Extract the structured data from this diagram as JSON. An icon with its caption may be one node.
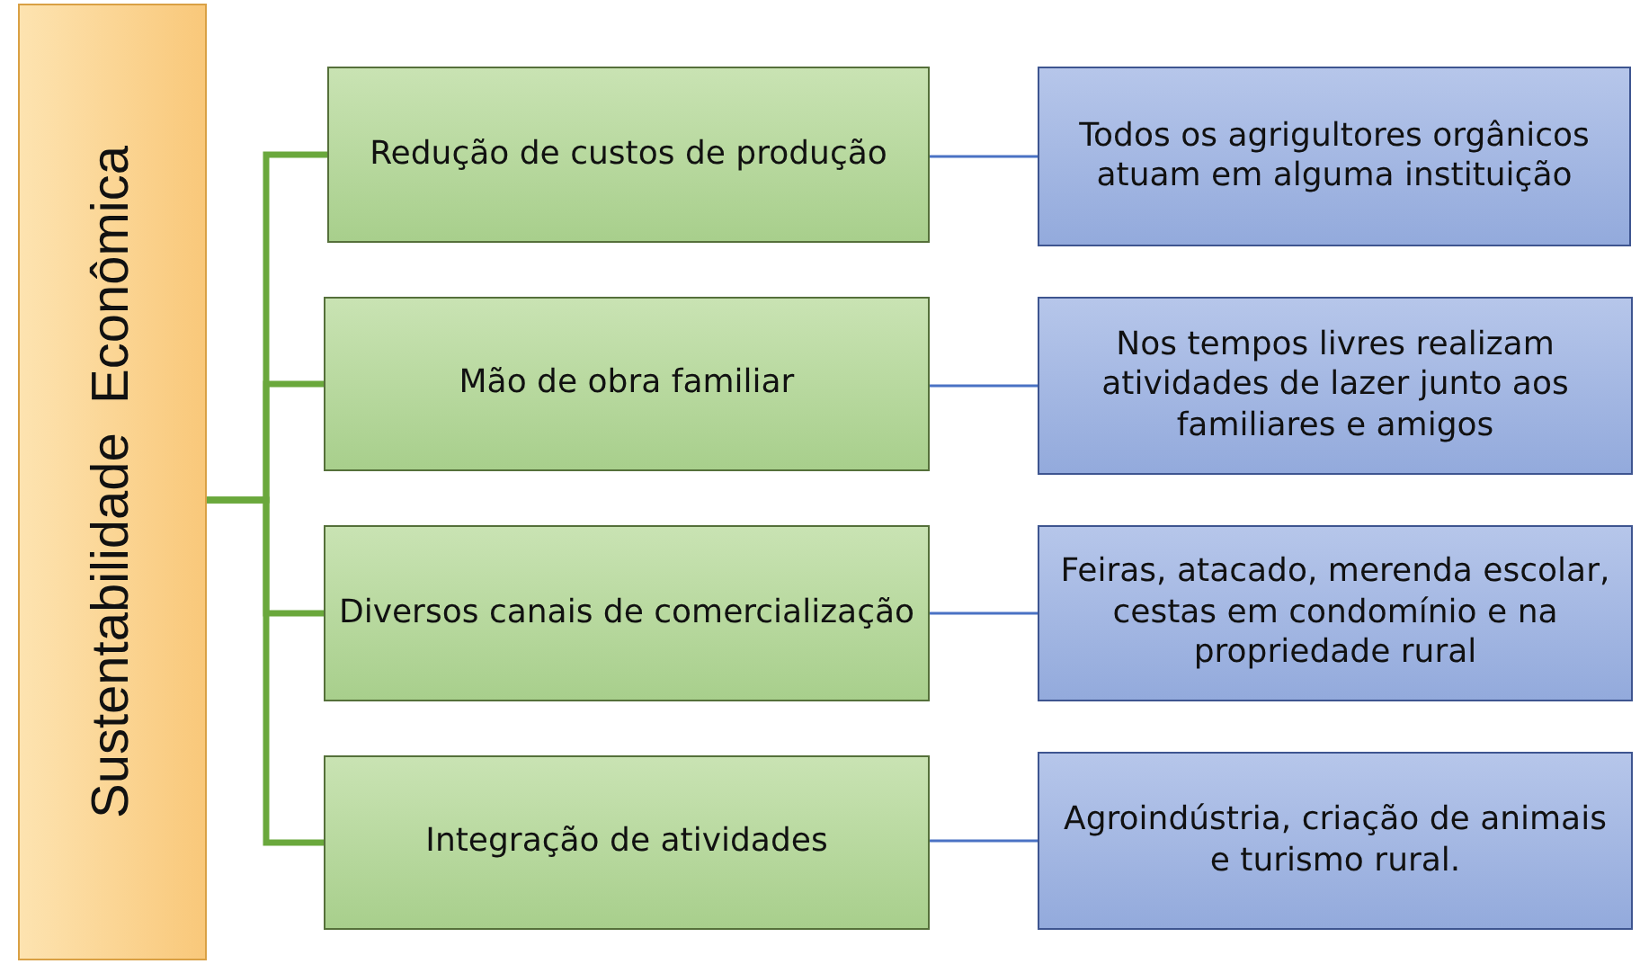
{
  "diagram": {
    "nodes": [
      {
        "text": [
          "Sustentabilidade  Econômica"
        ]
      },
      {
        "text": [
          "Redução de custos de produção"
        ]
      },
      {
        "text": [
          "Todos os agrigultores orgânicos atuam em alguma instituição"
        ]
      },
      {
        "text": [
          "Mão de obra familiar"
        ]
      },
      {
        "text": [
          "Nos tempos livres realizam atividades de lazer junto aos familiares e amigos"
        ]
      },
      {
        "text": [
          "Diversos canais de comercialização"
        ]
      },
      {
        "text": [
          "Feiras, atacado, merenda escolar, cestas em condomínio e na propriedade rural"
        ]
      },
      {
        "text": [
          "Integração de atividades"
        ]
      },
      {
        "text": [
          "Agroindústria, criação de animais e turismo rural."
        ]
      }
    ],
    "edges": [
      {
        "from": 0,
        "to": 1,
        "arrow": "none",
        "style": "thick",
        "color": "#6aa83c"
      },
      {
        "from": 0,
        "to": 3,
        "arrow": "none",
        "style": "thick",
        "color": "#6aa83c"
      },
      {
        "from": 0,
        "to": 5,
        "arrow": "none",
        "style": "thick",
        "color": "#6aa83c"
      },
      {
        "from": 0,
        "to": 7,
        "arrow": "none",
        "style": "thick",
        "color": "#6aa83c"
      },
      {
        "from": 1,
        "to": 2,
        "arrow": "none",
        "color": "#4a72c4"
      },
      {
        "from": 3,
        "to": 4,
        "arrow": "none",
        "color": "#4a72c4"
      },
      {
        "from": 5,
        "to": 6,
        "arrow": "none",
        "color": "#4a72c4"
      },
      {
        "from": 7,
        "to": 8,
        "arrow": "none",
        "color": "#4a72c4"
      }
    ]
  }
}
